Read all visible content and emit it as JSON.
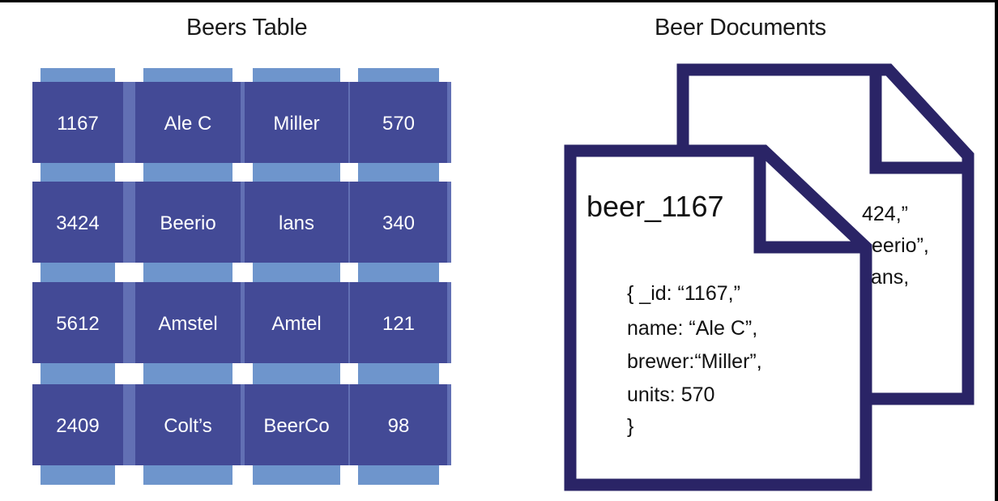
{
  "table": {
    "title": "Beers Table",
    "rows": [
      [
        "1167",
        "Ale C",
        "Miller",
        "570"
      ],
      [
        "3424",
        "Beerio",
        "lans",
        "340"
      ],
      [
        "5612",
        "Amstel",
        "Amtel",
        "121"
      ],
      [
        "2409",
        "Colt’s",
        "BeerCo",
        "98"
      ]
    ]
  },
  "documents": {
    "title": "Beer Documents",
    "back_doc": {
      "lines": [
        "424,”",
        "eerio”,",
        "ans,"
      ]
    },
    "front_doc": {
      "name": "beer_1167",
      "lines": [
        "{ _id:  “1167,”",
        "name:  “Ale C”,",
        "brewer:“Miller”,",
        "units: 570",
        "}"
      ]
    }
  },
  "colors": {
    "cell": "#434a96",
    "column_stripe": "#6e95cc",
    "row_stripe": "#6270b4",
    "doc_border": "#2a2466",
    "doc_fill": "#ffffff"
  }
}
